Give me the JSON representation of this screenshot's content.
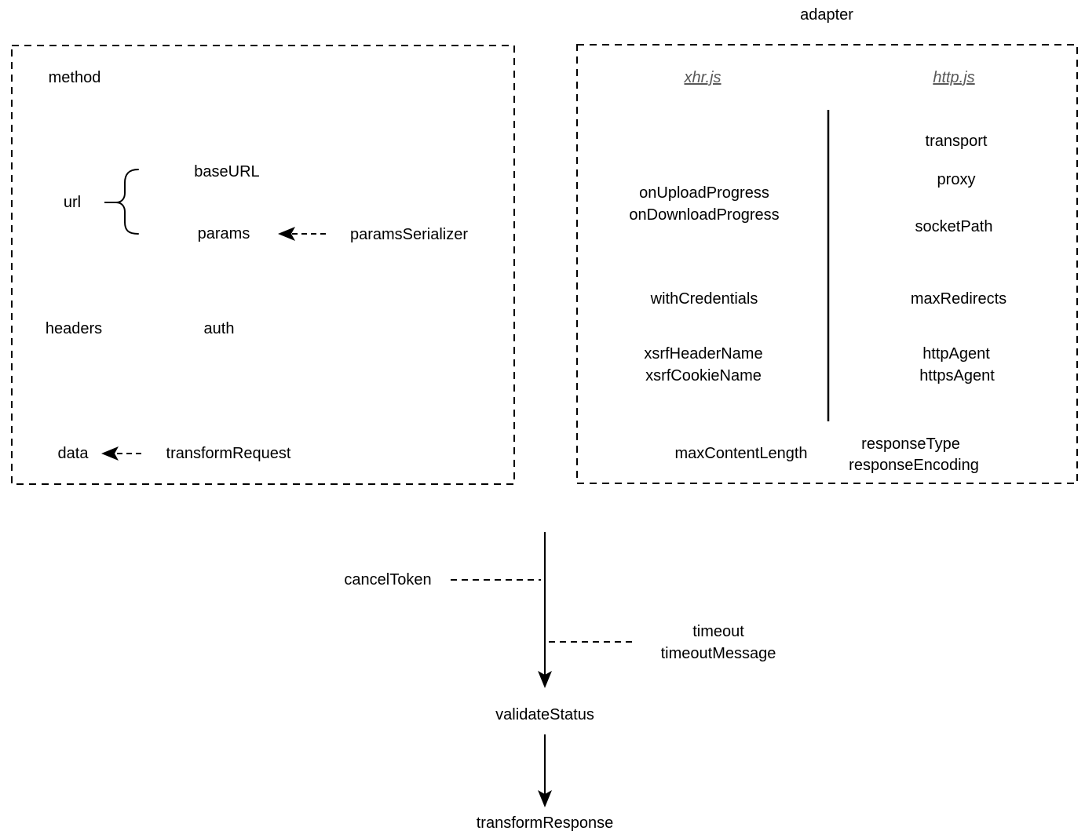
{
  "colors": {
    "text": "#000000",
    "column_header": "#595959",
    "line": "#000000",
    "background": "#ffffff"
  },
  "adapter_title": "adapter",
  "request_box": {
    "method": "method",
    "url": "url",
    "base_url": "baseURL",
    "params": "params",
    "params_serializer": "paramsSerializer",
    "headers": "headers",
    "auth": "auth",
    "data": "data",
    "transform_request": "transformRequest"
  },
  "adapter_box": {
    "xhr_column_header": "xhr.js",
    "http_column_header": "http.js",
    "xhr_on_upload_progress": "onUploadProgress",
    "xhr_on_download_progress": "onDownloadProgress",
    "xhr_with_credentials": "withCredentials",
    "xhr_xsrf_header_name": "xsrfHeaderName",
    "xhr_xsrf_cookie_name": "xsrfCookieName",
    "xhr_max_content_length": "maxContentLength",
    "http_transport": "transport",
    "http_proxy": "proxy",
    "http_socket_path": "socketPath",
    "http_max_redirects": "maxRedirects",
    "http_http_agent": "httpAgent",
    "http_https_agent": "httpsAgent",
    "http_response_type": "responseType",
    "http_response_encoding": "responseEncoding"
  },
  "flow": {
    "cancel_token": "cancelToken",
    "timeout": "timeout",
    "timeout_message": "timeoutMessage",
    "validate_status": "validateStatus",
    "transform_response": "transformResponse"
  }
}
